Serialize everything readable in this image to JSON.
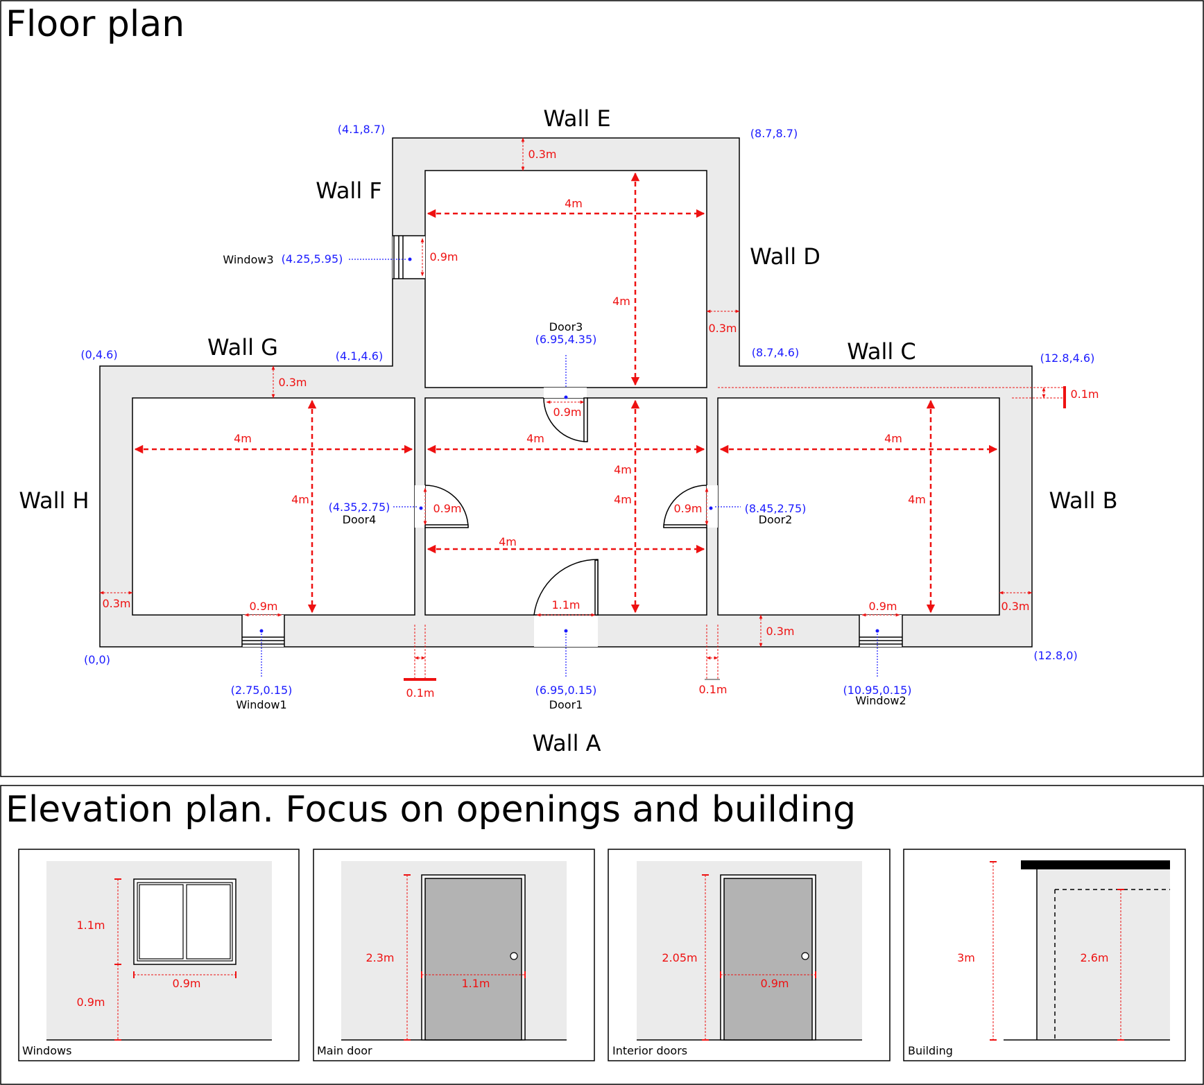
{
  "titles": {
    "floor_plan": "Floor plan",
    "elevation_plan": "Elevation plan. Focus on openings and building"
  },
  "walls": {
    "a": "Wall A",
    "b": "Wall B",
    "c": "Wall C",
    "d": "Wall D",
    "e": "Wall E",
    "f": "Wall F",
    "g": "Wall G",
    "h": "Wall H"
  },
  "corners": {
    "origin": "(0,0)",
    "bottom_right": "(12.8,0)",
    "left_top": "(0,4.6)",
    "right_top": "(12.8,4.6)",
    "g_end": "(4.1,4.6)",
    "c_start": "(8.7,4.6)",
    "top_left": "(4.1,8.7)",
    "top_right": "(8.7,8.7)"
  },
  "openings": {
    "window1": {
      "name": "Window1",
      "coord": "(2.75,0.15)"
    },
    "window2": {
      "name": "Window2",
      "coord": "(10.95,0.15)"
    },
    "window3": {
      "name": "Window3",
      "coord": "(4.25,5.95)"
    },
    "door1": {
      "name": "Door1",
      "coord": "(6.95,0.15)"
    },
    "door2": {
      "name": "Door2",
      "coord": "(8.45,2.75)"
    },
    "door3": {
      "name": "Door3",
      "coord": "(6.95,4.35)"
    },
    "door4": {
      "name": "Door4",
      "coord": "(4.35,2.75)"
    }
  },
  "dims": {
    "room": "4m",
    "wall": "0.3m",
    "partition": "0.1m",
    "window": "0.9m",
    "interior_door": "0.9m",
    "main_door": "1.1m"
  },
  "elevation": {
    "windows": {
      "label": "Windows",
      "height": "1.1m",
      "width": "0.9m",
      "sill": "0.9m"
    },
    "main_door": {
      "label": "Main door",
      "height": "2.3m",
      "width": "1.1m"
    },
    "interior_doors": {
      "label": "Interior doors",
      "height": "2.05m",
      "width": "0.9m"
    },
    "building": {
      "label": "Building",
      "height": "3m",
      "inner_height": "2.6m"
    }
  },
  "colors": {
    "wall_fill": "#ebebeb",
    "dimension": "#ee1111",
    "coordinate": "#1a1aff",
    "door_fill": "#b3b3b3"
  }
}
